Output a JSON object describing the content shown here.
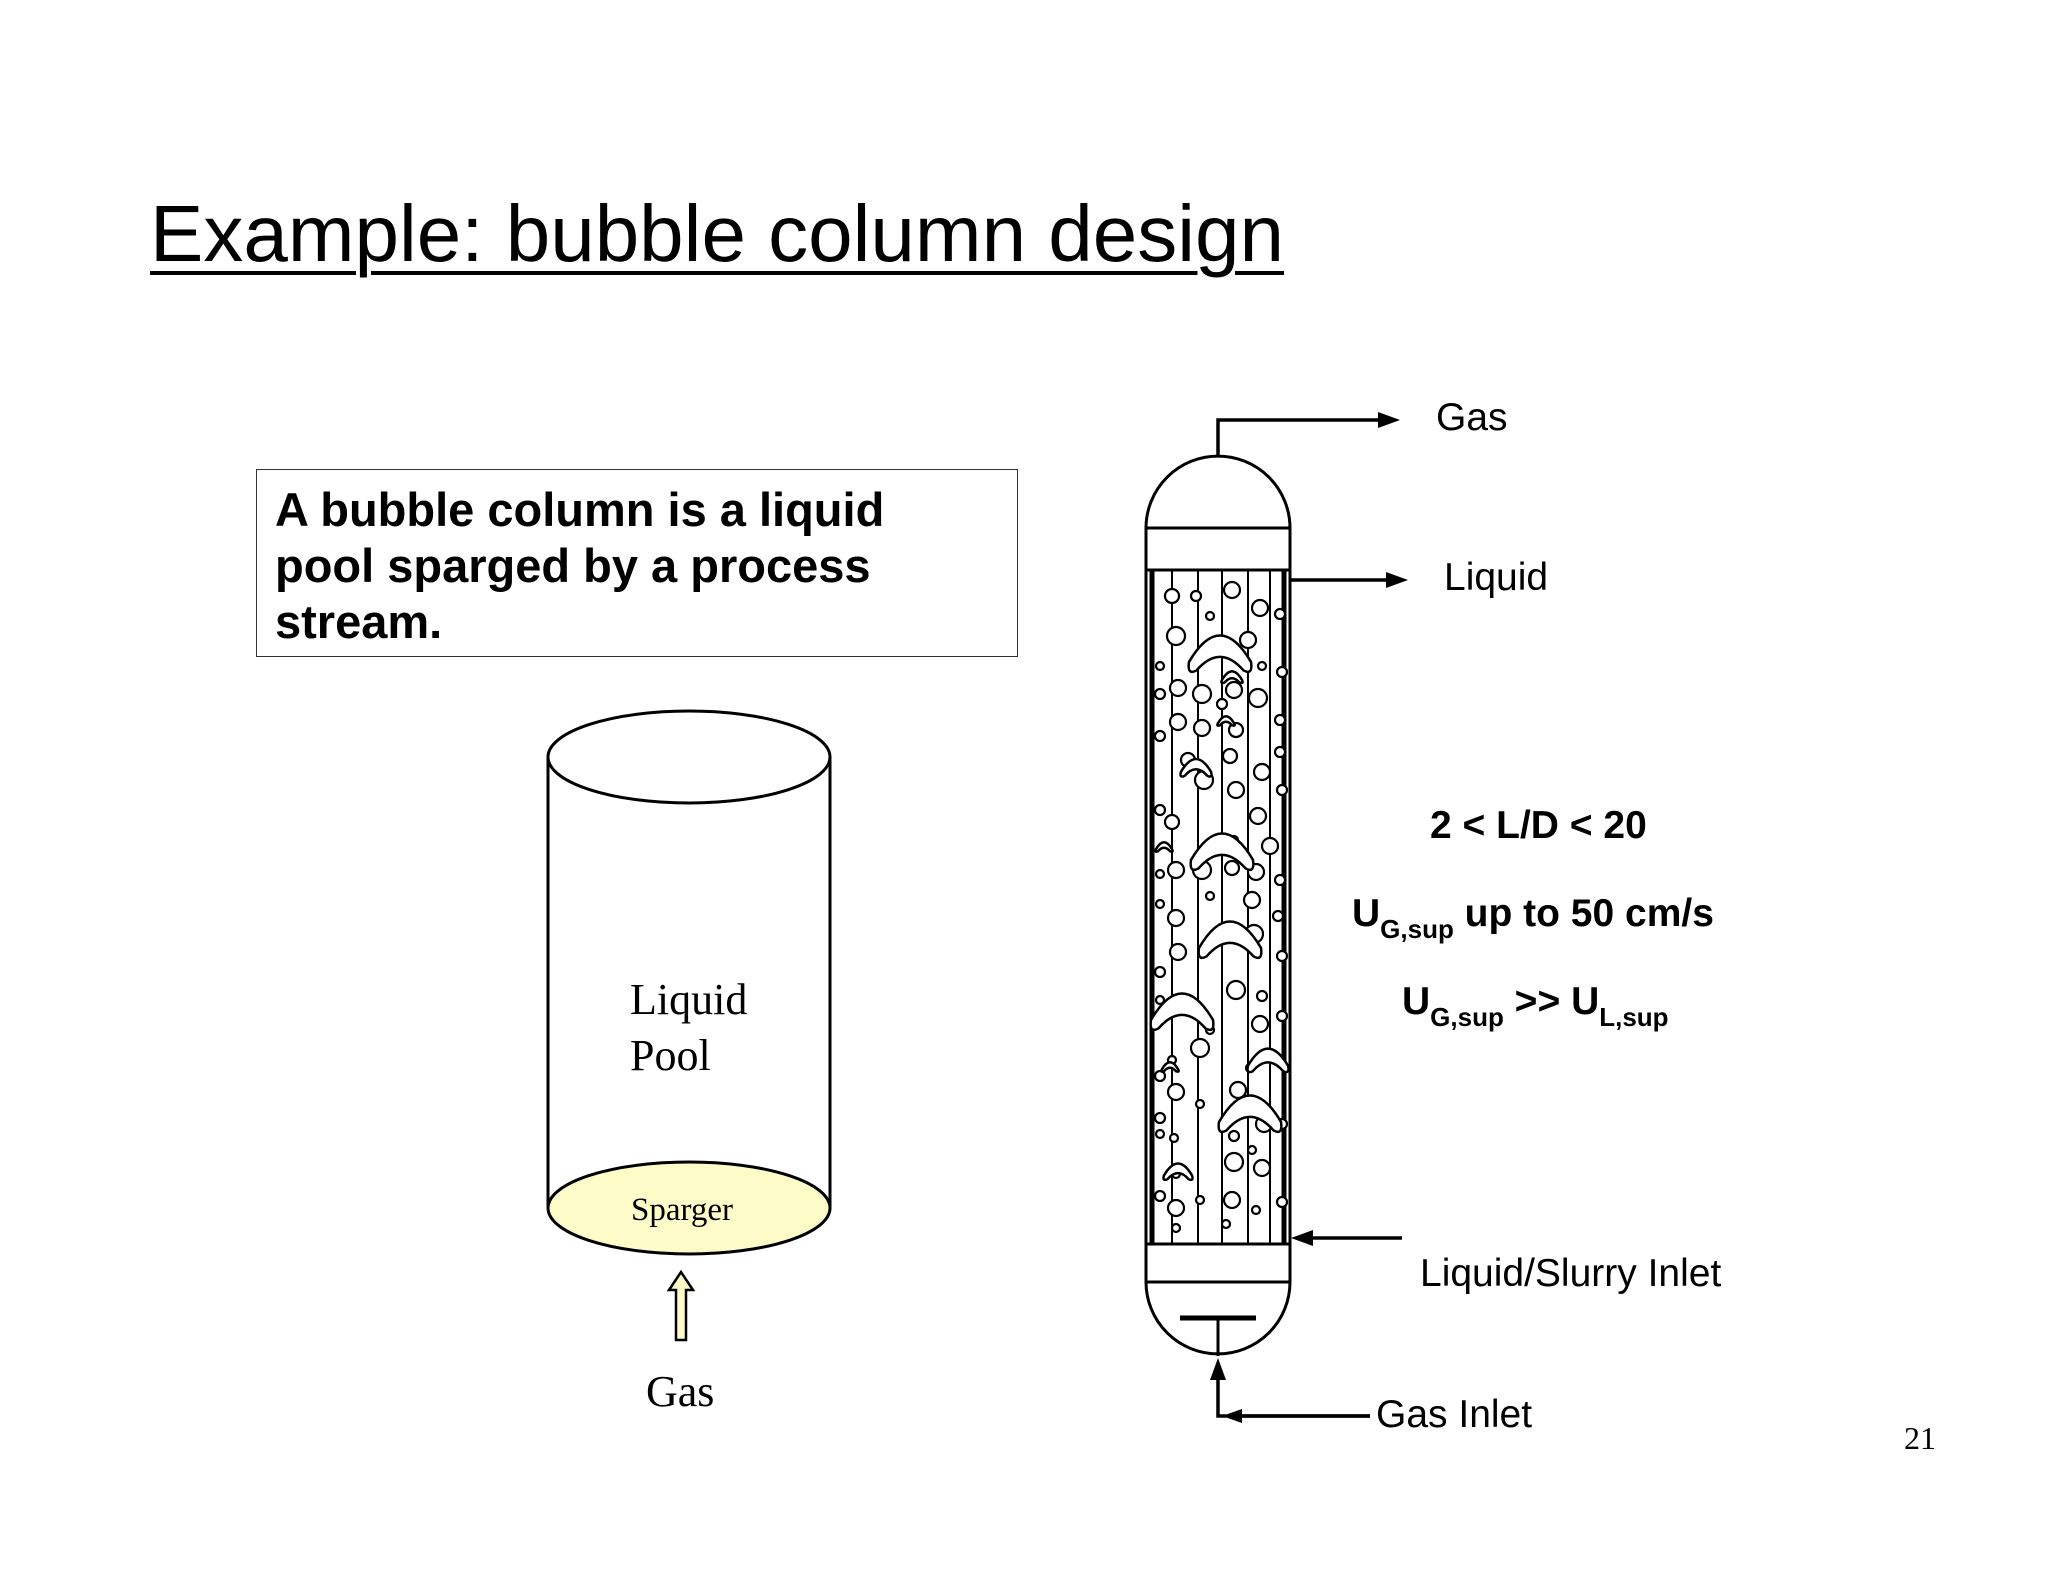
{
  "slide": {
    "title": "Example: bubble column design",
    "page_number": "21"
  },
  "definition": {
    "line1": "A bubble column is a liquid",
    "line2": "pool sparged by a process",
    "line3": "stream."
  },
  "left_diagram": {
    "pool_line1": "Liquid",
    "pool_line2": "Pool",
    "sparger": "Sparger",
    "gas": "Gas",
    "sparger_color": "#fdfcc8"
  },
  "right_diagram": {
    "gas_out": "Gas",
    "liquid_out": "Liquid",
    "slurry_inlet": "Liquid/Slurry Inlet",
    "gas_inlet": "Gas Inlet"
  },
  "specs": {
    "ld_ratio": "2 < L/D < 20",
    "ug_main": "U",
    "ug_sub": "G,sup",
    "ug_text": " up to 50 cm/s",
    "cmp_u1": "U",
    "cmp_sub1": "G,sup",
    "cmp_op": " >> U",
    "cmp_sub2": "L,sup"
  }
}
